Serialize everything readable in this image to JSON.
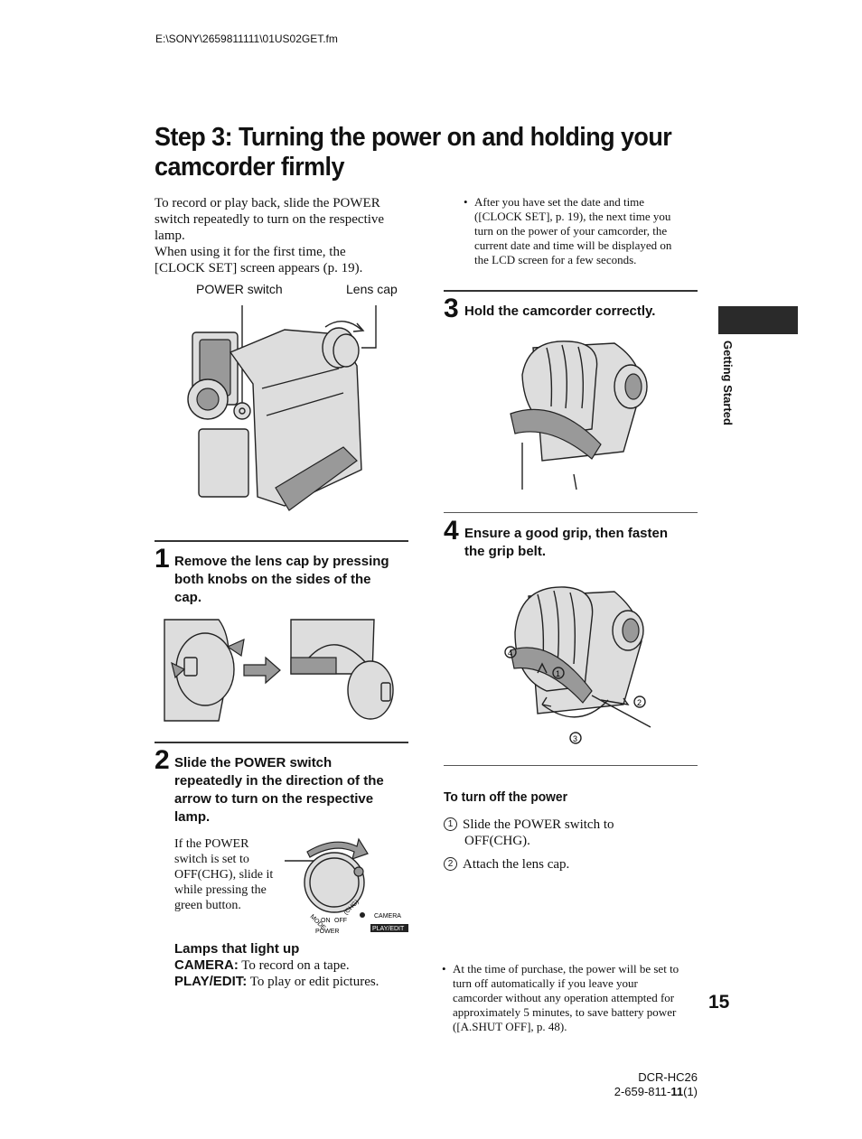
{
  "file_path": "E:\\SONY\\2659811111\\01US02GET.fm",
  "title_line1": "Step 3: Turning the power on and holding your",
  "title_line2": "camcorder firmly",
  "intro": {
    "line1": "To record or play back, slide the POWER",
    "line2": "switch repeatedly to turn on the respective",
    "line3": "lamp.",
    "line4": "When using it for the first time, the",
    "line5": "[CLOCK SET] screen appears (p. 19)."
  },
  "figure_labels": {
    "power_switch": "POWER switch",
    "lens_cap": "Lens cap"
  },
  "step1": {
    "num": "1",
    "line1": "Remove the lens cap by pressing",
    "line2": "both knobs on the sides of the",
    "line3": "cap."
  },
  "step2": {
    "num": "2",
    "line1": "Slide the POWER switch",
    "line2": "repeatedly in the direction of the",
    "line3": "arrow to turn on the respective",
    "line4": "lamp."
  },
  "step2_note": {
    "line1": "If the POWER",
    "line2": "switch is set to",
    "line3": "OFF(CHG), slide it",
    "line4": "while pressing the",
    "line5": "green button."
  },
  "switch_labels": {
    "mode": "MODE",
    "on": "ON",
    "off": "OFF",
    "chg": "(CHG)",
    "camera": "CAMERA",
    "power": "POWER",
    "play_edit": "PLAY/EDIT"
  },
  "lamps": {
    "heading": "Lamps that light up",
    "camera_label": "CAMERA:",
    "camera_text": " To record on a tape.",
    "play_label": "PLAY/EDIT:",
    "play_text": " To play or edit pictures."
  },
  "right_note": {
    "line1": "After you have set the date and time",
    "line2": "([CLOCK SET], p. 19), the next time you",
    "line3": "turn on the power of your camcorder, the",
    "line4": "current date and time will be displayed on",
    "line5": "the LCD screen for a few seconds."
  },
  "step3": {
    "num": "3",
    "line1": "Hold the camcorder correctly."
  },
  "step4": {
    "num": "4",
    "line1": "Ensure a good grip, then fasten",
    "line2": "the grip belt."
  },
  "grip_callouts": {
    "c1": "1",
    "c2": "2",
    "c3": "3",
    "c4": "4"
  },
  "turn_off": {
    "heading": "To turn off the power",
    "item1_num": "1",
    "item1_line1": "Slide the POWER switch to",
    "item1_line2": "OFF(CHG).",
    "item2_num": "2",
    "item2_line1": "Attach the lens cap."
  },
  "auto_off_note": {
    "line1": "At the time of purchase, the power will be set to",
    "line2": "turn off automatically if you leave your",
    "line3": "camcorder without any operation attempted for",
    "line4": "approximately 5 minutes, to save battery power",
    "line5": "([A.SHUT OFF], p. 48)."
  },
  "sidebar_label": "Getting Started",
  "page_number": "15",
  "model": "DCR-HC26",
  "part_prefix": "2-659-811-",
  "part_bold": "11",
  "part_suffix": "(1)"
}
